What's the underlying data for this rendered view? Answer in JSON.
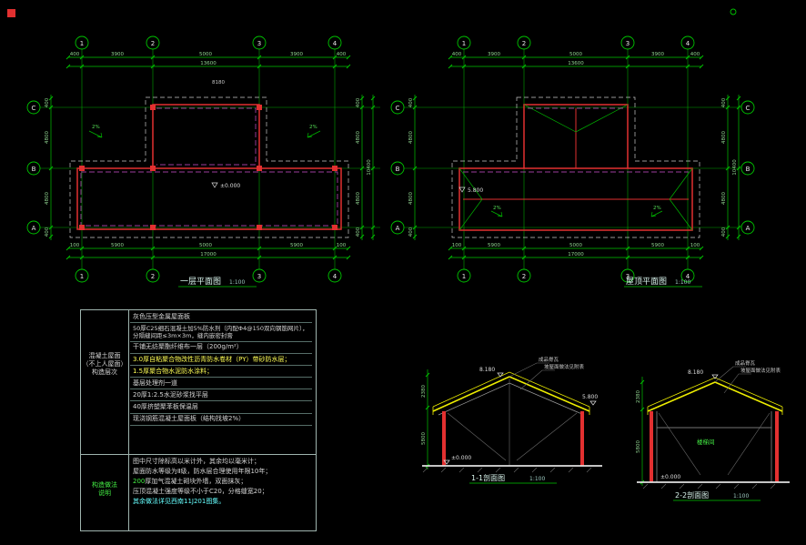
{
  "canvas": {
    "bg": "#000000"
  },
  "palette": {
    "grid_green": "#00c400",
    "dim_green": "#8fd28f",
    "wall_red": "#e23030",
    "magenta": "#cf4fcf",
    "outline_white": "#c8c8c8",
    "roof_yellow": "#eded00",
    "title_text": "#d8f4ec",
    "note_yellow": "#ffff55",
    "note_green": "#44ee44",
    "note_cyan": "#66ffff"
  },
  "plan1": {
    "title": "一层平面图",
    "scale": "1:100",
    "axes_top": [
      "1",
      "2",
      "3",
      "4"
    ],
    "axes_left": [
      "C",
      "B",
      "A"
    ],
    "dims_top": [
      "400",
      "3900",
      "5000",
      "3900",
      "400"
    ],
    "dim_top_total": "13600",
    "dims_bottom": [
      "100",
      "5900",
      "5000",
      "5900",
      "100"
    ],
    "dim_bottom_total": "17000",
    "dims_left": [
      "400",
      "4800",
      "4800",
      "400"
    ],
    "dims_right": [
      "400",
      "4800",
      "4800",
      "400"
    ],
    "dim_right_total": "10400",
    "dim_upper_width": "8180",
    "level": "±0.000",
    "slope": "2%"
  },
  "plan2": {
    "title": "屋顶平面图",
    "scale": "1:100",
    "axes_top": [
      "1",
      "2",
      "3",
      "4"
    ],
    "axes_left": [
      "C",
      "B",
      "A"
    ],
    "axes_right": [
      "C",
      "B",
      "A"
    ],
    "dims_top": [
      "400",
      "3900",
      "5000",
      "3900",
      "400"
    ],
    "dim_top_total": "13600",
    "dims_bottom": [
      "100",
      "5900",
      "5000",
      "5900",
      "100"
    ],
    "dim_bottom_total": "17000",
    "dims_left": [
      "400",
      "4800",
      "4800",
      "400"
    ],
    "dims_right": [
      "400",
      "4800",
      "4800",
      "400"
    ],
    "dim_right_total": "10400",
    "level": "5.800",
    "slope": "2%"
  },
  "section1": {
    "title": "1-1剖面图",
    "scale": "1:100",
    "dims": [
      "2380",
      "5800"
    ],
    "elev_ridge": "8.180",
    "elev_eave": "5.800",
    "elev_ground": "±0.000",
    "labels": [
      "成品脊瓦",
      "坡屋面做法见附表"
    ]
  },
  "section2": {
    "title": "2-2剖面图",
    "scale": "1:100",
    "dims": [
      "2380",
      "5800"
    ],
    "elev_ridge": "8.180",
    "elev_ground": "±0.000",
    "room": "楼梯间",
    "labels": [
      "成品脊瓦",
      "坡屋面做法见附表"
    ]
  },
  "notes": {
    "col1_block1": [
      "混凝土屋面",
      "（不上人屋面）",
      "构造层次"
    ],
    "col1_block2": [
      "构造做法",
      "说明"
    ],
    "rows": [
      "灰色压型金属屋面板",
      "50厚C25细石混凝土加5%防水剂（内配Φ4@150双向钢筋网片），分隔缝间距≤3m×3m，缝内嵌密封膏",
      "干铺无纺聚酯纤维布一层（200g/m²）",
      "3.0厚自粘聚合物改性沥青防水卷材（PY）带砂防水层；",
      "1.5厚聚合物水泥防水涂料；",
      "基层处理剂一道",
      "20厚1:2.5水泥砂浆找平层",
      "40厚挤塑聚苯板保温层",
      "现浇钢筋混凝土屋面板（结构找坡2%）"
    ],
    "list": [
      {
        "prefix": "",
        "text": "图中尺寸除标高以米计外，其余均以毫米计；"
      },
      {
        "prefix": "",
        "text": "屋面防水等级为Ⅱ级，防水层合理使用年限10年；"
      },
      {
        "prefix": "200",
        "text": "厚加气混凝土砌块外墙，双面抹灰；"
      },
      {
        "prefix": "",
        "text": "压顶混凝土强度等级不小于C20，分格缝宽20；"
      },
      {
        "prefix": "",
        "text": "其余做法详见西南11J201图集。"
      }
    ]
  }
}
